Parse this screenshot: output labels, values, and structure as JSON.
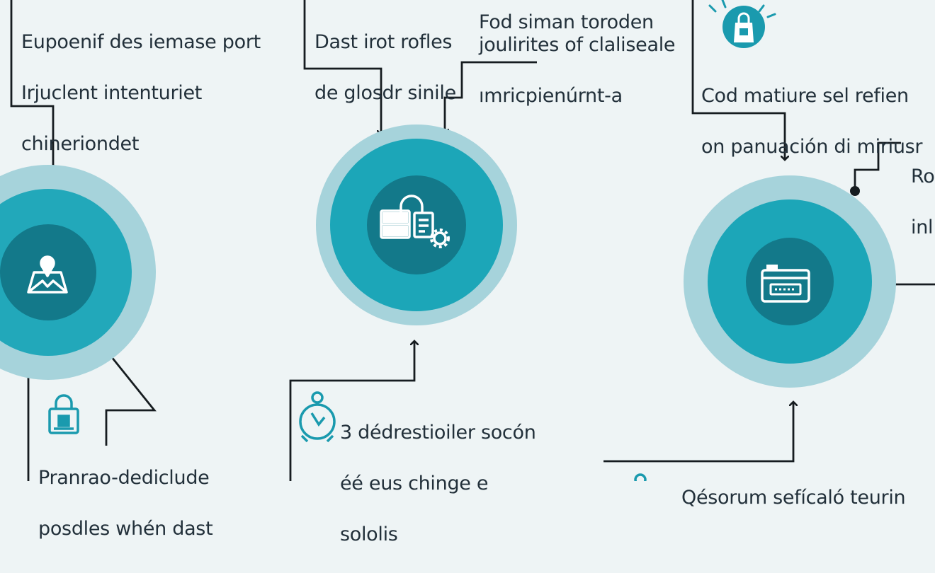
{
  "colors": {
    "background": "#eef4f5",
    "halo": "#9fcfd8",
    "ring": "#1ca6b8",
    "core": "#13798a",
    "glyph": "#ffffff",
    "connector": "#161c20",
    "small_icon": "#1a9aae"
  },
  "nodes": [
    {
      "id": "left",
      "icon": "map-marker-icon"
    },
    {
      "id": "center",
      "icon": "server-settings-icon"
    },
    {
      "id": "right",
      "icon": "browser-window-icon"
    }
  ],
  "labels": {
    "top_left": {
      "lines": [
        "Eupoenif des iemase port",
        "Irjuclent intenturiet",
        "chineriondet"
      ]
    },
    "top_center_a": {
      "lines": [
        "Dast irot rofles",
        "de glosdr sinile"
      ]
    },
    "top_center_b": {
      "lines": [
        "joulirites of claliseale",
        "ımricpienúrnt-a"
      ]
    },
    "top_center_b_partial": {
      "lines": [
        "Fod siman toroden"
      ]
    },
    "top_right": {
      "lines": [
        "Cod matiure sel refien",
        "on panuación di miriusr"
      ]
    },
    "right_edge": {
      "lines": [
        "Ro",
        "inl"
      ]
    },
    "bottom_left": {
      "lines": [
        "Pranrao-dediclude",
        "posdles whén dast"
      ]
    },
    "bottom_center": {
      "lines": [
        "3 dédrestioiler socón",
        "éé eus chinge e",
        "sololis"
      ]
    },
    "bottom_right": {
      "lines": [
        "Qésorum sefícaló teurin"
      ]
    }
  },
  "small_icons": [
    "shopping-bag-icon",
    "lock-icon",
    "stopwatch-icon",
    "pin-icon"
  ]
}
